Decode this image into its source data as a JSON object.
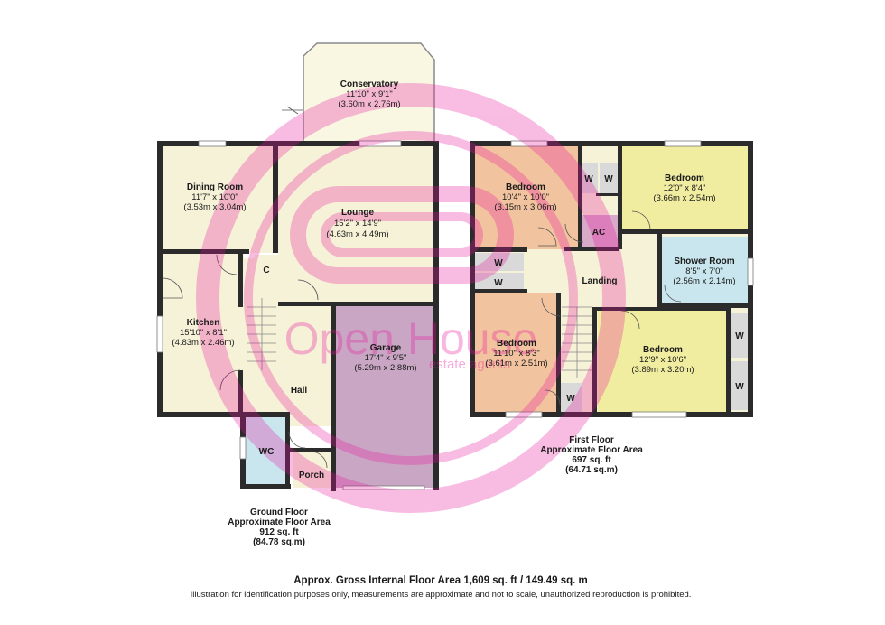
{
  "colors": {
    "ground_room": "#f6f2d8",
    "conservatory": "#f9f6e2",
    "garage": "#c9a7c4",
    "wc": "#c9e6ee",
    "porch": "#f6f2d8",
    "bedroom_orange": "#f2c39f",
    "bedroom_yellow": "#f0eda0",
    "shower": "#c9e6ee",
    "landing": "#f6f2d8",
    "wardrobe": "#d9d9d9",
    "ac": "#d9a9c9",
    "wall": "#2b2b2b",
    "watermark": "#e9129d"
  },
  "watermark": {
    "brand": "Open House",
    "sub": "estate agents"
  },
  "rooms": {
    "conservatory": {
      "name": "Conservatory",
      "imperial": "11'10\" x 9'1\"",
      "metric": "(3.60m x 2.76m)"
    },
    "dining": {
      "name": "Dining Room",
      "imperial": "11'7\" x 10'0\"",
      "metric": "(3.53m x 3.04m)"
    },
    "lounge": {
      "name": "Lounge",
      "imperial": "15'2\" x 14'9\"",
      "metric": "(4.63m x 4.49m)"
    },
    "kitchen": {
      "name": "Kitchen",
      "imperial": "15'10\" x 8'1\"",
      "metric": "(4.83m x 2.46m)"
    },
    "garage": {
      "name": "Garage",
      "imperial": "17'4\" x 9'5\"",
      "metric": "(5.29m x 2.88m)"
    },
    "hall": {
      "name": "Hall"
    },
    "wc": {
      "name": "WC"
    },
    "porch": {
      "name": "Porch"
    },
    "cupboard": {
      "name": "C"
    },
    "bedroom1": {
      "name": "Bedroom",
      "imperial": "10'4\" x 10'0\"",
      "metric": "(3.15m x 3.06m)"
    },
    "bedroom2": {
      "name": "Bedroom",
      "imperial": "12'0\" x 8'4\"",
      "metric": "(3.66m x 2.54m)"
    },
    "shower": {
      "name": "Shower Room",
      "imperial": "8'5\" x 7'0\"",
      "metric": "(2.56m x 2.14m)"
    },
    "bedroom3": {
      "name": "Bedroom",
      "imperial": "11'10\" x 8'3\"",
      "metric": "(3.61m x 2.51m)"
    },
    "bedroom4": {
      "name": "Bedroom",
      "imperial": "12'9\" x 10'6\"",
      "metric": "(3.89m x 3.20m)"
    },
    "landing": {
      "name": "Landing"
    },
    "ac": {
      "name": "AC"
    },
    "wardrobe": {
      "name": "W"
    }
  },
  "ground_floor": {
    "title": "Ground Floor",
    "subtitle": "Approximate Floor Area",
    "sqft": "912 sq. ft",
    "sqm": "(84.78 sq.m)"
  },
  "first_floor": {
    "title": "First Floor",
    "subtitle": "Approximate Floor Area",
    "sqft": "697 sq. ft",
    "sqm": "(64.71 sq.m)"
  },
  "footer": {
    "total": "Approx. Gross Internal Floor Area  1,609 sq. ft / 149.49 sq. m",
    "disclaimer": "Illustration for identification purposes only, measurements are approximate and not to scale, unauthorized reproduction is prohibited."
  }
}
